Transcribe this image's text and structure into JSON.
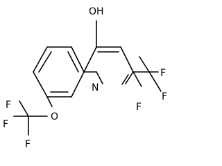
{
  "molecule": {
    "atom_labels": {
      "hydroxyl": "OH",
      "ring_nitrogen": "N",
      "ether_oxygen": "O",
      "f_top_cf3_a": "F",
      "f_top_cf3_b": "F",
      "f_top_cf3_c": "F",
      "f_left_cf3_a": "F",
      "f_left_cf3_b": "F",
      "f_left_cf3_c": "F"
    },
    "colors": {
      "bond": "#000000",
      "text": "#000000",
      "background": "#ffffff"
    }
  }
}
